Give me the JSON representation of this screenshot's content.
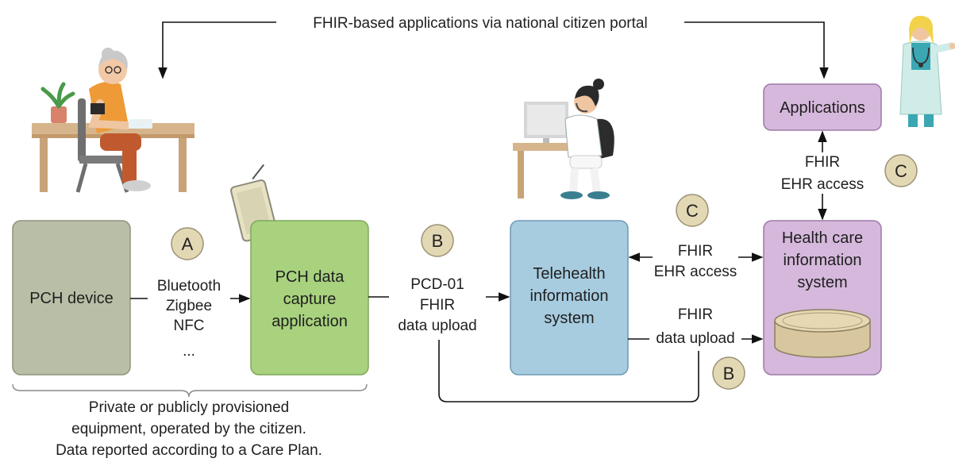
{
  "top_link": {
    "label": "FHIR-based applications via national citizen portal"
  },
  "boxes": {
    "pch_device": {
      "lines": [
        "PCH device"
      ],
      "fill": "#b9bfa6",
      "stroke": "#8e947d"
    },
    "pch_capture": {
      "lines": [
        "PCH data",
        "capture",
        "application"
      ],
      "fill": "#a8d27e",
      "stroke": "#7ea85a"
    },
    "telehealth": {
      "lines": [
        "Telehealth",
        "information",
        "system"
      ],
      "fill": "#a7cce0",
      "stroke": "#6f9ab3"
    },
    "hcis": {
      "lines": [
        "Health care",
        "information",
        "system"
      ],
      "fill": "#d6b8dc",
      "stroke": "#9c7aa8"
    },
    "applications": {
      "lines": [
        "Applications"
      ],
      "fill": "#d6b8dc",
      "stroke": "#9c7aa8"
    }
  },
  "badges": {
    "a": "A",
    "b_top": "B",
    "b_bottom": "B",
    "c_middle": "C",
    "c_right": "C",
    "fill": "#e3d8b4",
    "stroke": "#9c9274"
  },
  "labels": {
    "wireless": [
      "Bluetooth",
      "Zigbee",
      "NFC",
      "..."
    ],
    "upload_main": [
      "PCD-01",
      "FHIR",
      "data upload"
    ],
    "ehr_access_middle": [
      "FHIR",
      "EHR access"
    ],
    "data_upload_right": [
      "FHIR",
      "data upload"
    ],
    "ehr_access_top": [
      "FHIR",
      "EHR access"
    ]
  },
  "caption": [
    "Private or publicly provisioned",
    "equipment, operated by the citizen.",
    "Data reported according to a Care Plan."
  ],
  "icons": [
    "elderly-patient-icon",
    "tablet-icon",
    "telehealth-operator-icon",
    "doctor-icon",
    "database-icon"
  ]
}
